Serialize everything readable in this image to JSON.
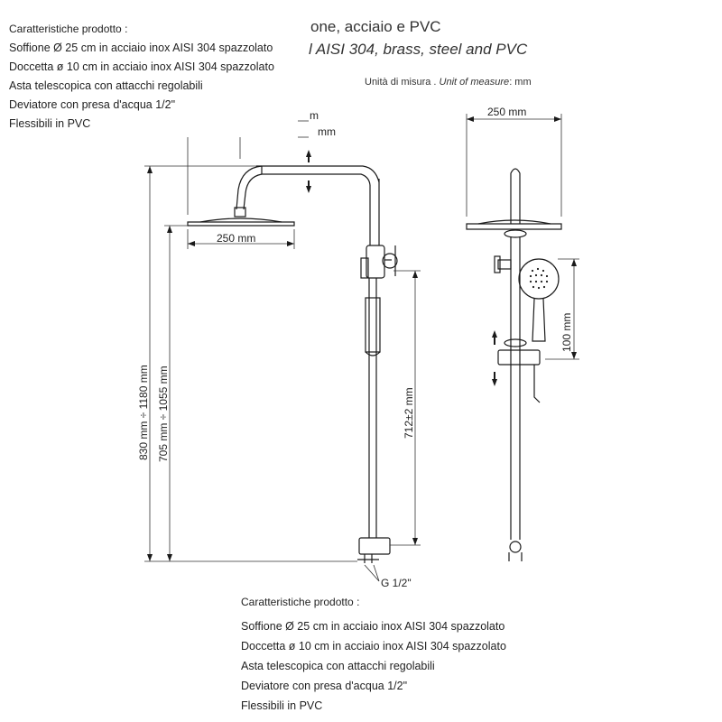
{
  "header": {
    "line1": "one, acciaio e PVC",
    "line2": "l AISI 304, brass, steel and PVC",
    "units_it": "Unità di misura . ",
    "units_en": "Unit of measure",
    "units_suffix": ": mm"
  },
  "features_top": {
    "title": "Caratteristiche prodotto :",
    "items": [
      "Soffione Ø 25 cm in acciaio inox AISI 304 spazzolato",
      "Doccetta ø 10 cm in acciaio inox AISI 304 spazzolato",
      "Asta telescopica con attacchi regolabili",
      "Deviatore con presa d'acqua 1/2\"",
      "Flessibili in PVC"
    ]
  },
  "features_bottom": {
    "title": "Caratteristiche prodotto :",
    "items": [
      "Soffione Ø 25 cm in acciaio inox AISI 304 spazzolato",
      "Doccetta ø 10 cm in acciaio inox AISI 304 spazzolato",
      "Asta telescopica con attacchi regolabili",
      "Deviatore con presa d'acqua 1/2\"",
      "Flessibili in PVC"
    ]
  },
  "dimensions": {
    "head_width_side": "250  mm",
    "head_width_front": "250  mm",
    "arm_partial_label": "m",
    "arm_partial_label2": "mm",
    "total_height": "830  mm  ÷  1180  mm",
    "bar_height": "705  mm  ÷  1055  mm",
    "rail_height": "712±2  mm",
    "hand_shower": "100  mm",
    "connection": "G  1/2\""
  },
  "colors": {
    "line": "#1a1a1a",
    "dim": "#333333"
  }
}
